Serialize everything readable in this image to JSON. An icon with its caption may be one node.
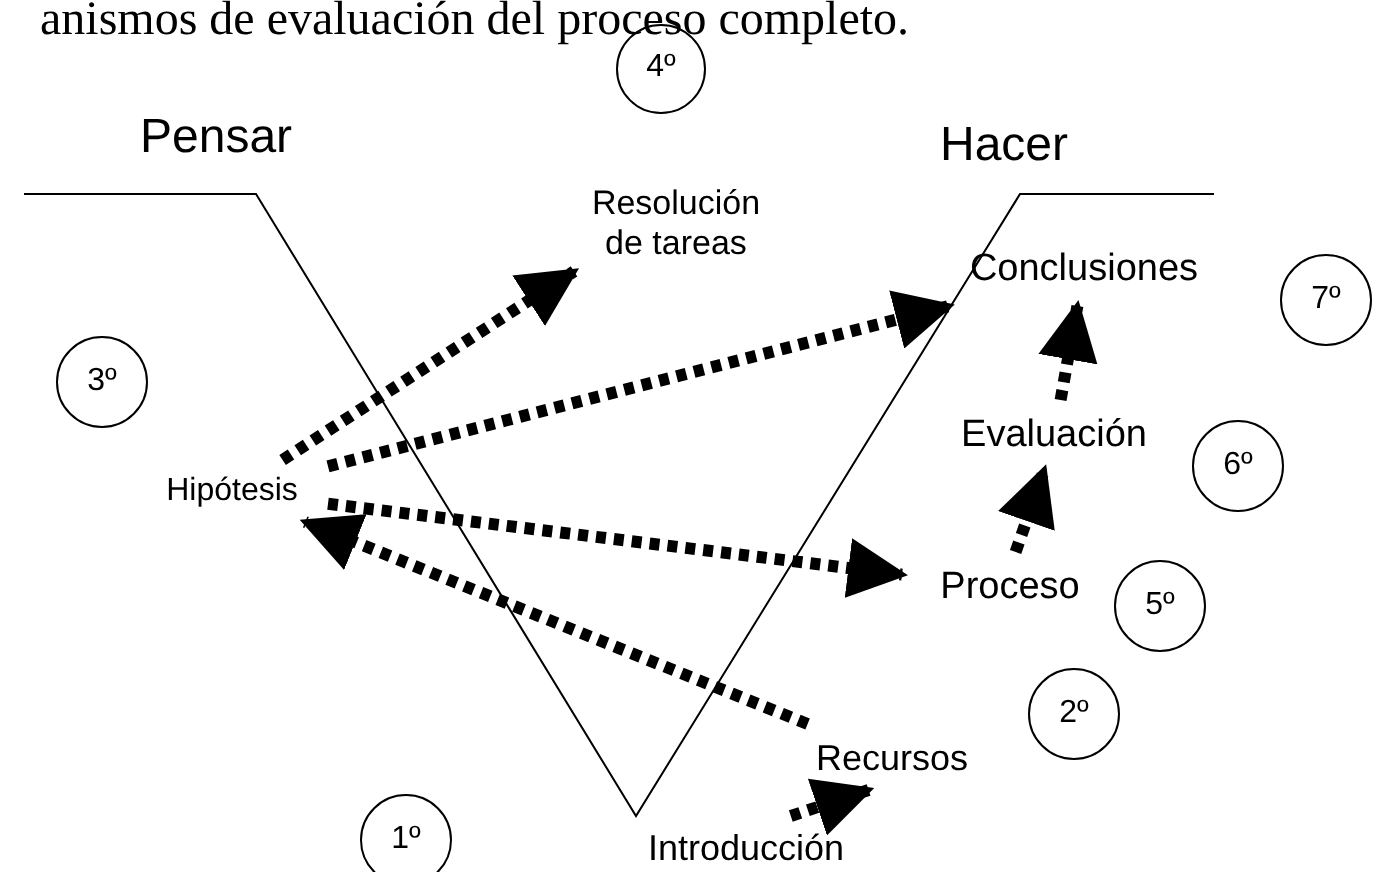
{
  "diagram": {
    "nodes": [
      {
        "text": [
          "Introducción"
        ]
      },
      {
        "text": [
          "Recursos"
        ]
      },
      {
        "text": [
          "Hipótesis"
        ]
      },
      {
        "text": [
          "Resolución de tareas"
        ]
      },
      {
        "text": [
          "Proceso"
        ]
      },
      {
        "text": [
          "Evaluación"
        ]
      },
      {
        "text": [
          "Conclusiones"
        ]
      },
      {
        "text": [
          "1º"
        ]
      },
      {
        "text": [
          "2º"
        ]
      },
      {
        "text": [
          "3º"
        ]
      },
      {
        "text": [
          "4º"
        ]
      },
      {
        "text": [
          "5º"
        ]
      },
      {
        "text": [
          "6º"
        ]
      },
      {
        "text": [
          "7º"
        ]
      }
    ],
    "edges": [
      {
        "from": 0,
        "to": 1,
        "arrow": "to"
      },
      {
        "from": 1,
        "to": 2,
        "arrow": "to"
      },
      {
        "from": 2,
        "to": 4,
        "arrow": "to"
      },
      {
        "from": 2,
        "to": 6,
        "arrow": "to"
      },
      {
        "from": 2,
        "to": 3,
        "arrow": "to"
      },
      {
        "from": 4,
        "to": 5,
        "arrow": "to"
      },
      {
        "from": 5,
        "to": 6,
        "arrow": "to"
      }
    ],
    "labels": [
      "anismos de evaluación del proceso completo.",
      "Pensar",
      "Hacer"
    ]
  }
}
